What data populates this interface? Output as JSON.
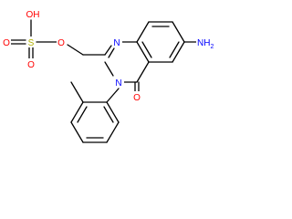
{
  "molecule": {
    "atoms": {
      "oh": "OH",
      "s": "S",
      "o_top": "O",
      "o_left": "O",
      "o_bridge": "O",
      "n1": "N",
      "n3": "N",
      "nh2": "NH",
      "nh2_sub": "2",
      "o_carbonyl": "O"
    },
    "colors": {
      "oxygen": "#ff0000",
      "nitrogen": "#0000ff",
      "sulfur": "#b0b000",
      "bond": "#000000"
    }
  }
}
